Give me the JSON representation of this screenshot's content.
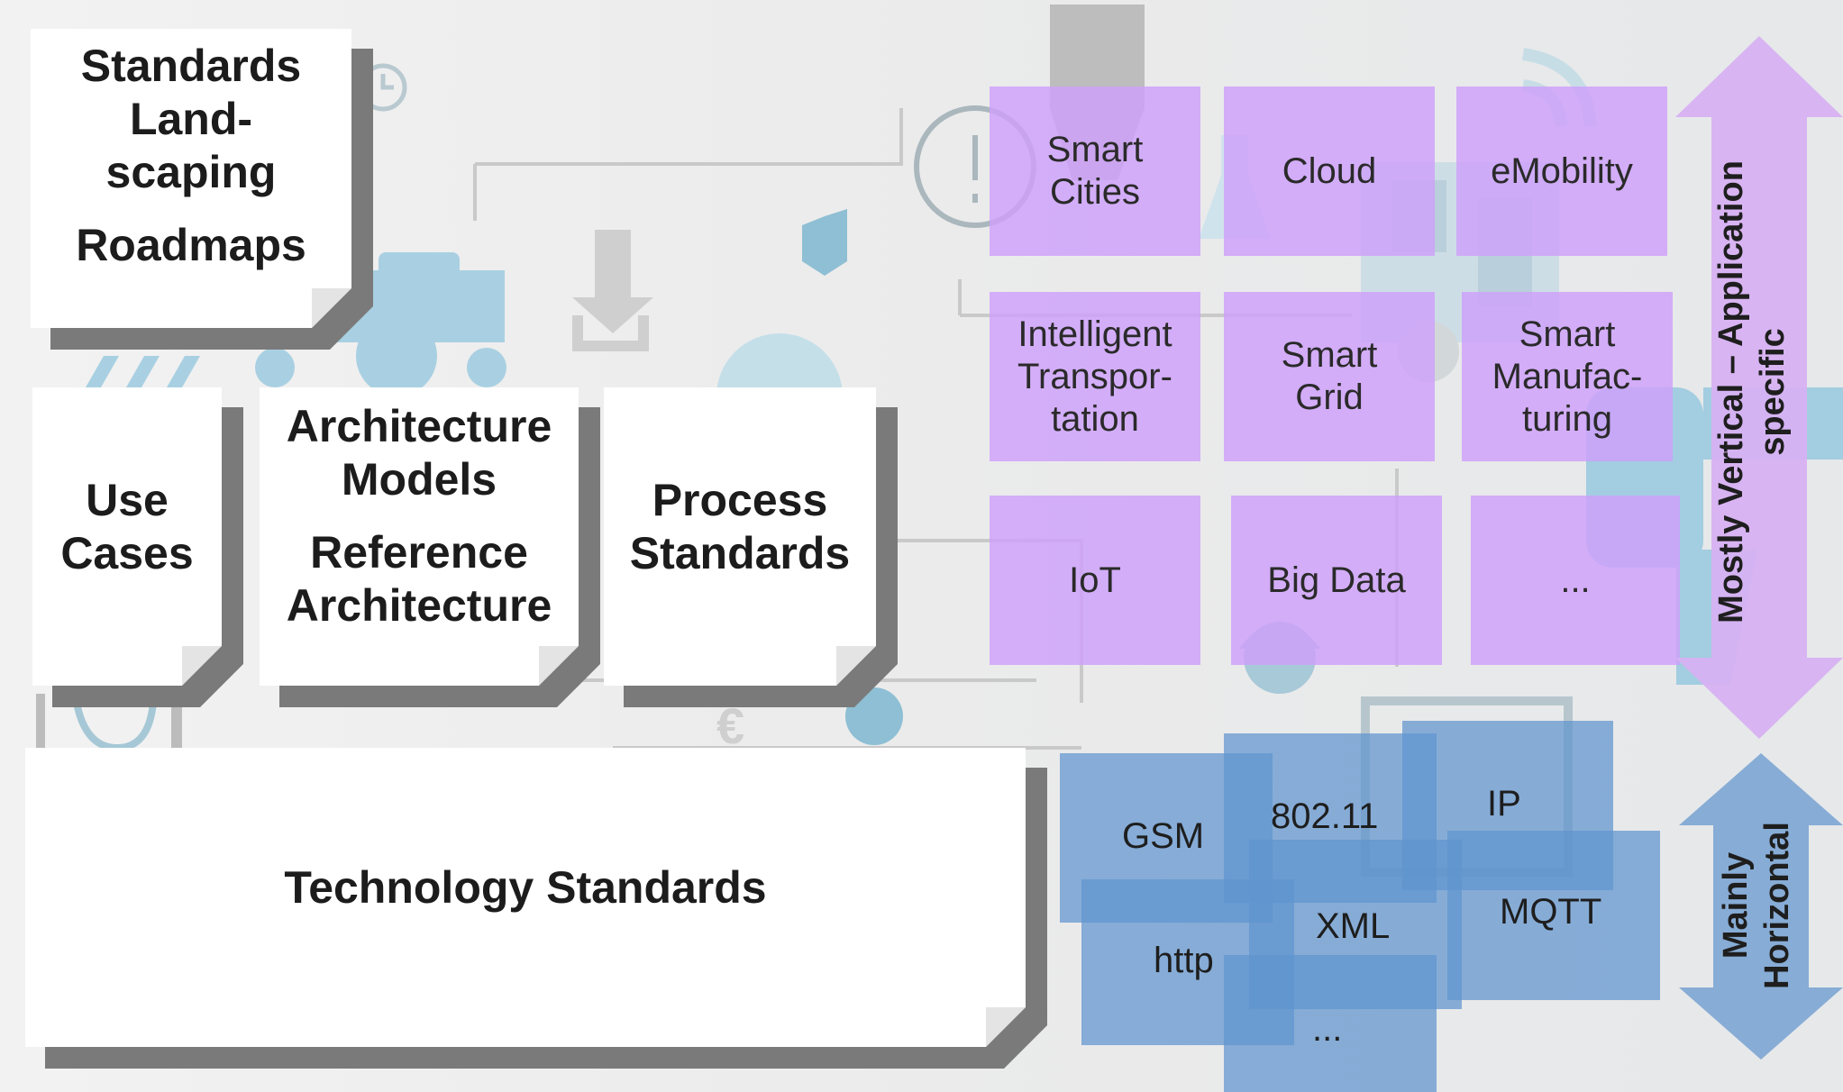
{
  "notes": {
    "landscaping": {
      "line1": "Standards",
      "line2": "Land-",
      "line3": "scaping",
      "line4": "Roadmaps"
    },
    "use_cases": {
      "line1": "Use",
      "line2": "Cases"
    },
    "architecture": {
      "line1": "Architecture",
      "line2": "Models",
      "line3": "Reference",
      "line4": "Architecture"
    },
    "process": {
      "line1": "Process",
      "line2": "Standards"
    },
    "technology": {
      "line1": "Technology Standards"
    }
  },
  "vertical": {
    "smart_cities": {
      "line1": "Smart",
      "line2": "Cities"
    },
    "cloud": {
      "line1": "Cloud"
    },
    "emobility": {
      "line1": "eMobility"
    },
    "transport": {
      "line1": "Intelligent",
      "line2": "Transpor-",
      "line3": "tation"
    },
    "smart_grid": {
      "line1": "Smart",
      "line2": "Grid"
    },
    "manufacturing": {
      "line1": "Smart",
      "line2": "Manufac-",
      "line3": "turing"
    },
    "iot": {
      "line1": "IoT"
    },
    "big_data": {
      "line1": "Big Data"
    },
    "more": {
      "line1": "..."
    }
  },
  "horizontal": {
    "gsm": "GSM",
    "wifi": "802.11",
    "ip": "IP",
    "xml": "XML",
    "mqtt": "MQTT",
    "http": "http",
    "more": "..."
  },
  "arrows": {
    "vertical": {
      "line1": "Mostly Vertical – Application",
      "line2": "specific"
    },
    "horizontal": {
      "line1": "Mainly",
      "line2": "Horizontal"
    }
  },
  "colors": {
    "vertical_tiles": "#cea0fa",
    "vertical_arrow": "#d7b1f2",
    "horizontal_tiles": "#6094ce",
    "horizontal_arrow": "#7fa6d2",
    "note_shadow": "#7a7a7a",
    "background_icons": "#8fc1d4"
  }
}
